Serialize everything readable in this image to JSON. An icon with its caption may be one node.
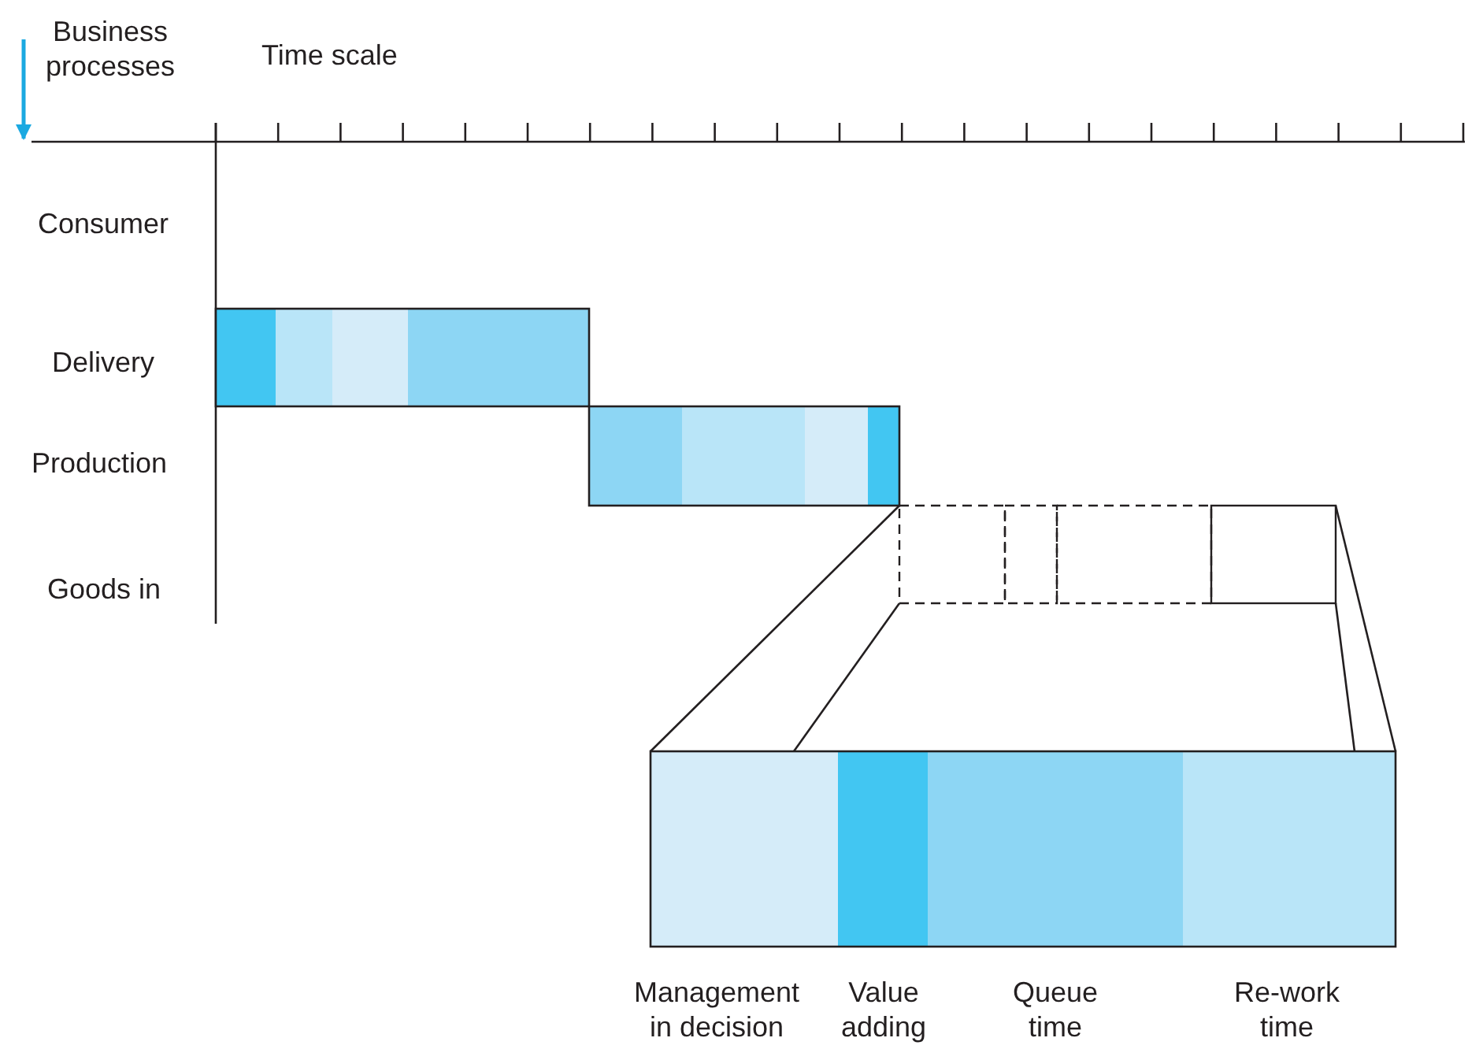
{
  "diagram": {
    "nodes": [
      {
        "text": [],
        "shape": "bar"
      },
      {
        "text": [],
        "shape": "bar"
      },
      {
        "text": [],
        "shape": "box"
      },
      {
        "text": [],
        "shape": "bar"
      }
    ],
    "edges": [
      {
        "from": 2,
        "to": 3,
        "arrow": "none"
      },
      {
        "from": 2,
        "to": 3,
        "arrow": "none"
      },
      {
        "from": 2,
        "to": 3,
        "arrow": "none"
      },
      {
        "from": 2,
        "to": 3,
        "arrow": "none"
      }
    ],
    "labels": [
      "Business processes",
      "Time scale",
      "Consumer",
      "Delivery",
      "Production",
      "Goods in",
      "Management in decision",
      "Value adding",
      "Queue time",
      "Re-work time"
    ]
  }
}
